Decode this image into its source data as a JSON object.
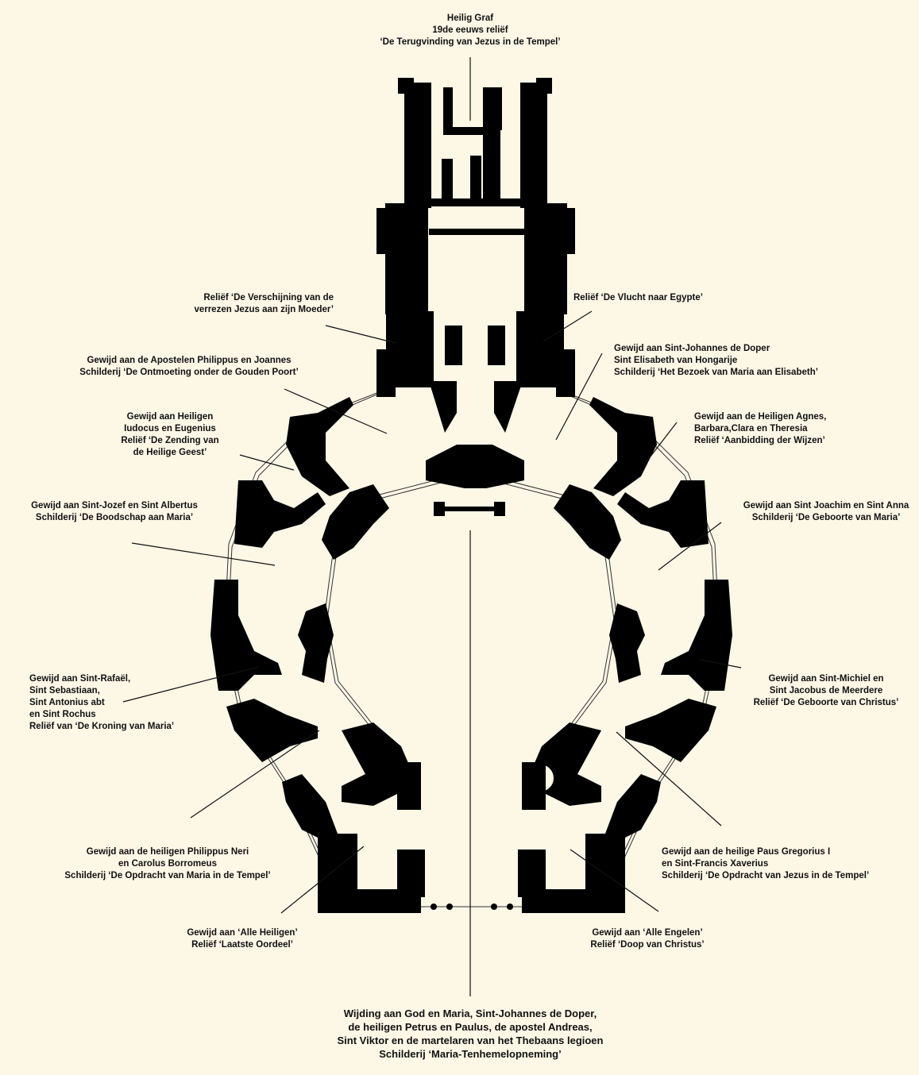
{
  "colors": {
    "background": "#fdf7e6",
    "walls": "#000000",
    "lines": "#111111"
  },
  "labels": {
    "holy_grave": [
      "Heilig Graf",
      "19de eeuws reliëf",
      "‘De Terugvinding van Jezus in de Tempel’"
    ],
    "apparition": [
      "Reliëf ‘De Verschijning van de",
      "verrezen Jezus aan zijn Moeder’"
    ],
    "flight_egypt": [
      "Reliëf ‘De Vlucht naar Egypte’"
    ],
    "philippus_joannes": [
      "Gewijd aan de Apostelen Philippus en Joannes",
      "Schilderij ‘De Ontmoeting onder de Gouden Poort’"
    ],
    "johannes_doper": [
      "Gewijd aan Sint-Johannes de Doper",
      "Sint Elisabeth van Hongarije",
      "Schilderij ‘Het Bezoek van Maria aan Elisabeth’"
    ],
    "iudocus": [
      "Gewijd aan Heiligen",
      "Iudocus en Eugenius",
      "Reliëf ‘De Zending van",
      "de Heilige Geest’"
    ],
    "agnes": [
      "Gewijd aan de Heiligen Agnes,",
      "Barbara,Clara en Theresia",
      "Reliëf ‘Aanbidding der Wijzen’"
    ],
    "jozef": [
      "Gewijd aan Sint-Jozef en Sint Albertus",
      "Schilderij ‘De Boodschap aan Maria’"
    ],
    "joachim": [
      "Gewijd aan Sint Joachim en Sint Anna",
      "Schilderij ‘De Geboorte van Maria’"
    ],
    "rafael": [
      "Gewijd aan Sint-Rafaël,",
      "Sint Sebastiaan,",
      "Sint Antonius abt",
      "en Sint Rochus",
      "Reliëf van ‘De Kroning van Maria’"
    ],
    "michiel": [
      "Gewijd aan Sint-Michiel en",
      "Sint Jacobus de Meerdere",
      "Reliëf ‘De Geboorte van Christus’"
    ],
    "philippus_neri": [
      "Gewijd aan de heiligen Philippus Neri",
      "en Carolus Borromeus",
      "Schilderij ‘De Opdracht van Maria in de Tempel’"
    ],
    "gregorius": [
      "Gewijd aan de heilige Paus Gregorius I",
      "en Sint-Francis Xaverius",
      "Schilderij ‘De Opdracht van Jezus in de Tempel’"
    ],
    "alle_heiligen": [
      "Gewijd aan ‘Alle Heiligen’",
      "Reliëf ‘Laatste Oordeel’"
    ],
    "alle_engelen": [
      "Gewijd aan ‘Alle Engelen’",
      "Reliëf ‘Doop van Christus’"
    ],
    "main": [
      "Wijding aan God en Maria, Sint-Johannes de Doper,",
      "de heiligen Petrus en Paulus, de apostel Andreas,",
      "Sint Viktor en de martelaren van het Thebaans legioen",
      "Schilderij ‘Maria-Tenhemelopneming’"
    ]
  }
}
